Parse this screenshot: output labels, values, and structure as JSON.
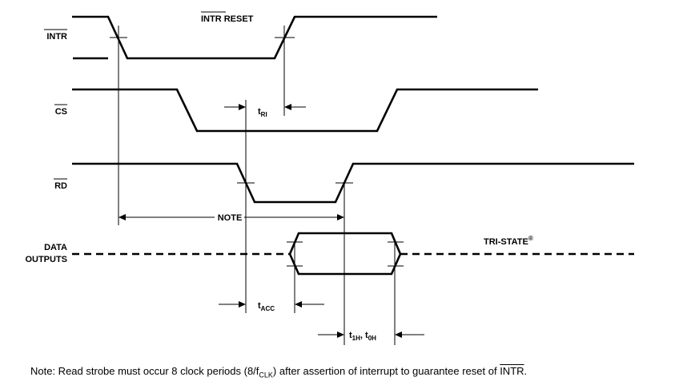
{
  "signals": {
    "intr": "INTR",
    "cs": "CS",
    "rd": "RD",
    "data_line1": "DATA",
    "data_line2": "OUTPUTS"
  },
  "annotations": {
    "intr_reset_bar": "INTR",
    "intr_reset_rest": " RESET",
    "t_ri_prefix": "t",
    "t_ri_sub": "RI",
    "note": "NOTE",
    "t_acc_prefix": "t",
    "t_acc_sub": "ACC",
    "t_1h_prefix": "t",
    "t_1h_sub": "1H",
    "t_0h_prefix": ", t",
    "t_0h_sub": "0H",
    "tri_state": "TRI-STATE",
    "tri_state_mark": "®"
  },
  "footnote": {
    "text_start": "Note: Read strobe must occur 8 clock periods (8/f",
    "sub": "CLK",
    "text_middle": ") after assertion of interrupt to guarantee reset of ",
    "overlined": "INTR",
    "text_end": "."
  }
}
